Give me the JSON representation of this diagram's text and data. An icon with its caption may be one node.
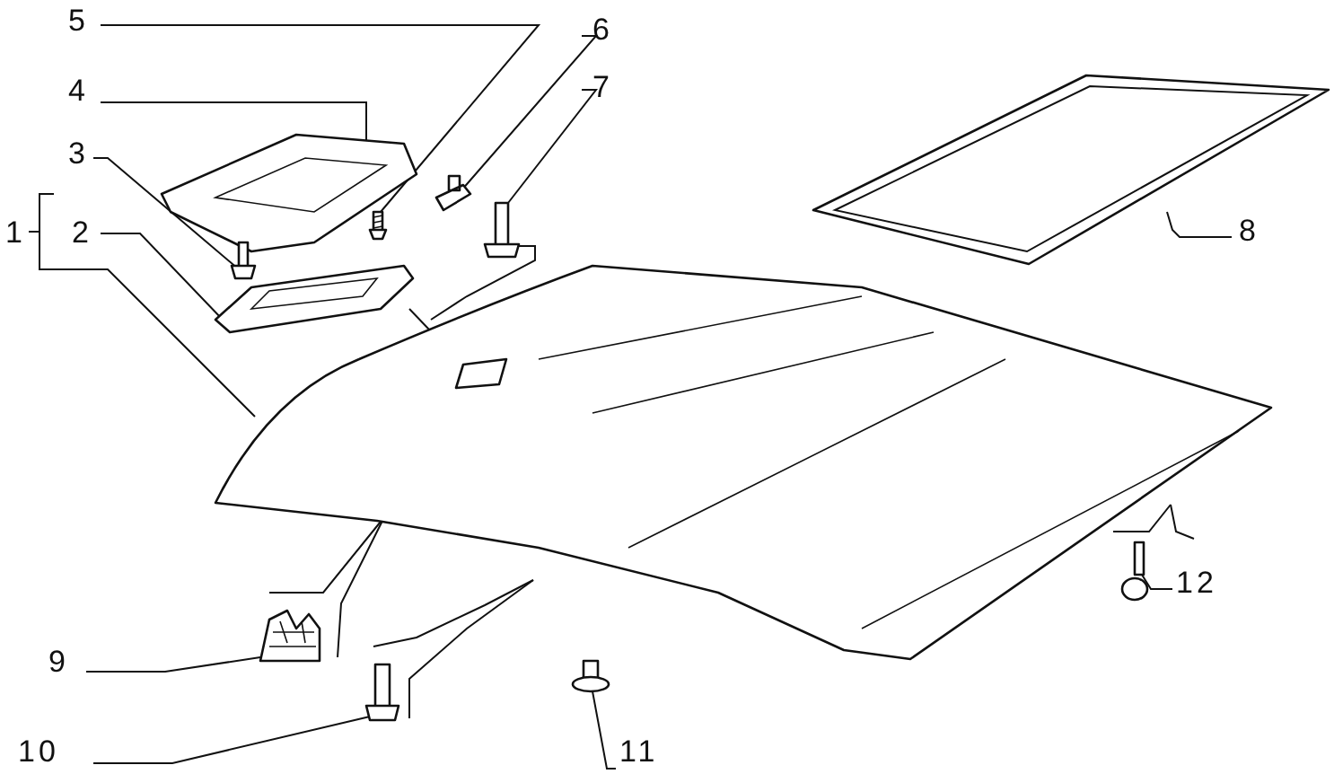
{
  "diagram": {
    "nodes": [
      {
        "text": [
          "1"
        ]
      },
      {
        "text": [
          "2"
        ]
      },
      {
        "text": [
          "3"
        ]
      },
      {
        "text": [
          "4"
        ]
      },
      {
        "text": [
          "5"
        ]
      },
      {
        "text": [
          "6"
        ]
      },
      {
        "text": [
          "7"
        ]
      },
      {
        "text": [
          "8"
        ]
      },
      {
        "text": [
          "9"
        ]
      },
      {
        "text": [
          "10"
        ]
      },
      {
        "text": [
          "11"
        ]
      },
      {
        "text": [
          "12"
        ]
      },
      {
        "text": [],
        "shape": "picture"
      },
      {
        "text": [],
        "shape": "picture"
      },
      {
        "text": [],
        "shape": "picture"
      },
      {
        "text": [],
        "shape": "picture"
      },
      {
        "text": [],
        "shape": "picture"
      },
      {
        "text": [],
        "shape": "picture"
      },
      {
        "text": [],
        "shape": "picture"
      },
      {
        "text": [],
        "shape": "picture"
      },
      {
        "text": [],
        "shape": "picture"
      },
      {
        "text": [],
        "shape": "picture"
      },
      {
        "text": [],
        "shape": "picture"
      },
      {
        "text": [],
        "shape": "picture"
      }
    ],
    "edges": [
      {
        "from": 0,
        "to": 12,
        "arrow": "none"
      },
      {
        "from": 1,
        "to": 14,
        "arrow": "none"
      },
      {
        "from": 2,
        "to": 15,
        "arrow": "none"
      },
      {
        "from": 3,
        "to": 13,
        "arrow": "none"
      },
      {
        "from": 4,
        "to": 16,
        "arrow": "none"
      },
      {
        "from": 5,
        "to": 17,
        "arrow": "none"
      },
      {
        "from": 6,
        "to": 18,
        "arrow": "none"
      },
      {
        "from": 7,
        "to": 19,
        "arrow": "none"
      },
      {
        "from": 8,
        "to": 20,
        "arrow": "none"
      },
      {
        "from": 9,
        "to": 21,
        "arrow": "none"
      },
      {
        "from": 10,
        "to": 22,
        "arrow": "none"
      },
      {
        "from": 11,
        "to": 23,
        "arrow": "none"
      },
      {
        "from": 14,
        "to": 12,
        "arrow": "none"
      },
      {
        "from": 18,
        "to": 12,
        "arrow": "none"
      },
      {
        "from": 20,
        "to": 12,
        "arrow": "none"
      },
      {
        "from": 20,
        "to": 12,
        "arrow": "none"
      },
      {
        "from": 21,
        "to": 12,
        "arrow": "none"
      },
      {
        "from": 21,
        "to": 12,
        "arrow": "none"
      },
      {
        "from": 23,
        "to": 12,
        "arrow": "none"
      },
      {
        "from": 23,
        "to": 12,
        "arrow": "none"
      }
    ]
  }
}
